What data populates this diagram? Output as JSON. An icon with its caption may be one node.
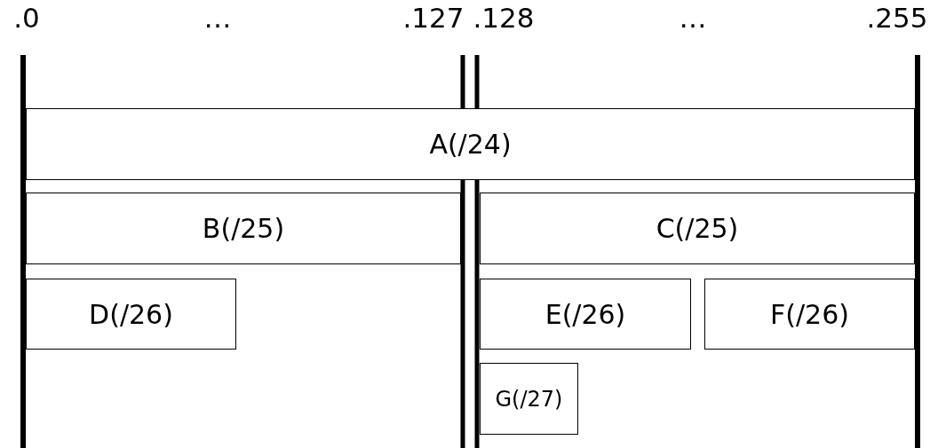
{
  "diagram": {
    "nodes": [
      {
        "text": [
          "A(/24)"
        ]
      },
      {
        "text": [
          "B(/25)"
        ]
      },
      {
        "text": [
          "C(/25)"
        ]
      },
      {
        "text": [
          "D(/26)"
        ]
      },
      {
        "text": [
          "E(/26)"
        ]
      },
      {
        "text": [
          "F(/26)"
        ]
      },
      {
        "text": [
          "G(/27)"
        ]
      }
    ],
    "labels": [
      ".0",
      "…",
      ".127",
      ".128",
      "…",
      ".255"
    ]
  }
}
